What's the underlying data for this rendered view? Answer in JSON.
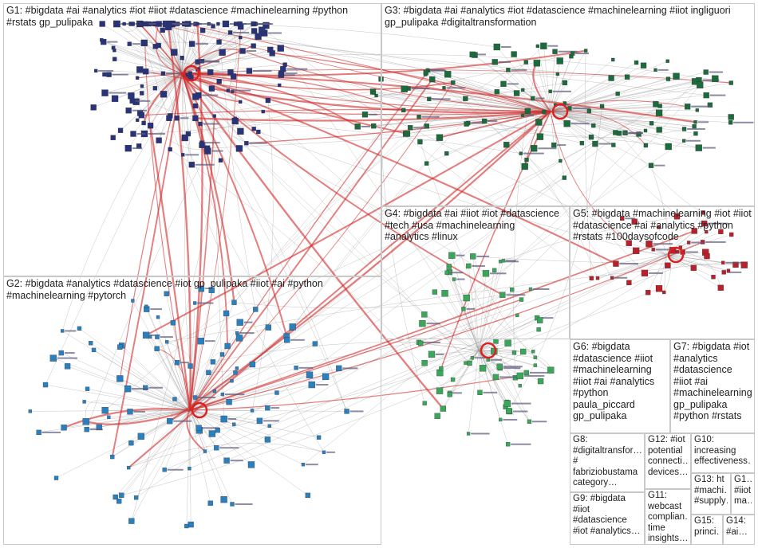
{
  "groups": [
    {
      "id": "G1",
      "label": "G1: #bigdata #ai #analytics #iot #iiot #datascience #machinelearning #python #rstats gp_pulipaka",
      "color": "#28337a"
    },
    {
      "id": "G2",
      "label": "G2: #bigdata #analytics #datascience #iot gp_pulipaka #iiot #ai #python #machinelearning #pytorch",
      "color": "#2a7fbf"
    },
    {
      "id": "G3",
      "label": "G3: #bigdata #ai #analytics #iot #datascience #machinelearning #iiot ingliguori gp_pulipaka #digitaltransformation",
      "color": "#1c6b3c"
    },
    {
      "id": "G4",
      "label": "G4: #bigdata #ai #iiot #iot #datascience #tech #usa #machinelearning #analytics #linux",
      "color": "#3aa65a"
    },
    {
      "id": "G5",
      "label": "G5: #bigdata #machinelearning #iot #iiot #datascience #ai #analytics #python #rstats #100daysofcode",
      "color": "#b8202a"
    },
    {
      "id": "G6",
      "label": "G6: #bigdata #datascience #iiot #machinelearning #iiot #ai #analytics #python paula_piccard gp_pulipaka",
      "color": "#2d9e3a"
    },
    {
      "id": "G7",
      "label": "G7: #bigdata #iot #analytics #datascience #iiot #ai #machinelearning gp_pulipaka #python #rstats",
      "color": "#6a2a8a"
    },
    {
      "id": "G8",
      "label": "G8: #digitaltransfor… # fabriziobustama category…",
      "color": "#d08a1a"
    },
    {
      "id": "G9",
      "label": "G9: #bigdata #iiot #datascience #iot #analytics…",
      "color": "#c44a1a"
    },
    {
      "id": "G10",
      "label": "G10: increasing effectiveness…",
      "color": "#555555"
    },
    {
      "id": "G11",
      "label": "G11: webcast complian… time insights…",
      "color": "#7a7a20"
    },
    {
      "id": "G12",
      "label": "G12: #iot potential connecti… devices…",
      "color": "#2a5a7a"
    },
    {
      "id": "G13",
      "label": "G13: ht #machi… #supply…",
      "color": "#883355"
    },
    {
      "id": "G14",
      "label": "G14: #ai…",
      "color": "#445566"
    },
    {
      "id": "G15",
      "label": "G15: princi…",
      "color": "#557744"
    },
    {
      "id": "G16",
      "label": "G1… #iiot ma…",
      "color": "#664422"
    }
  ]
}
